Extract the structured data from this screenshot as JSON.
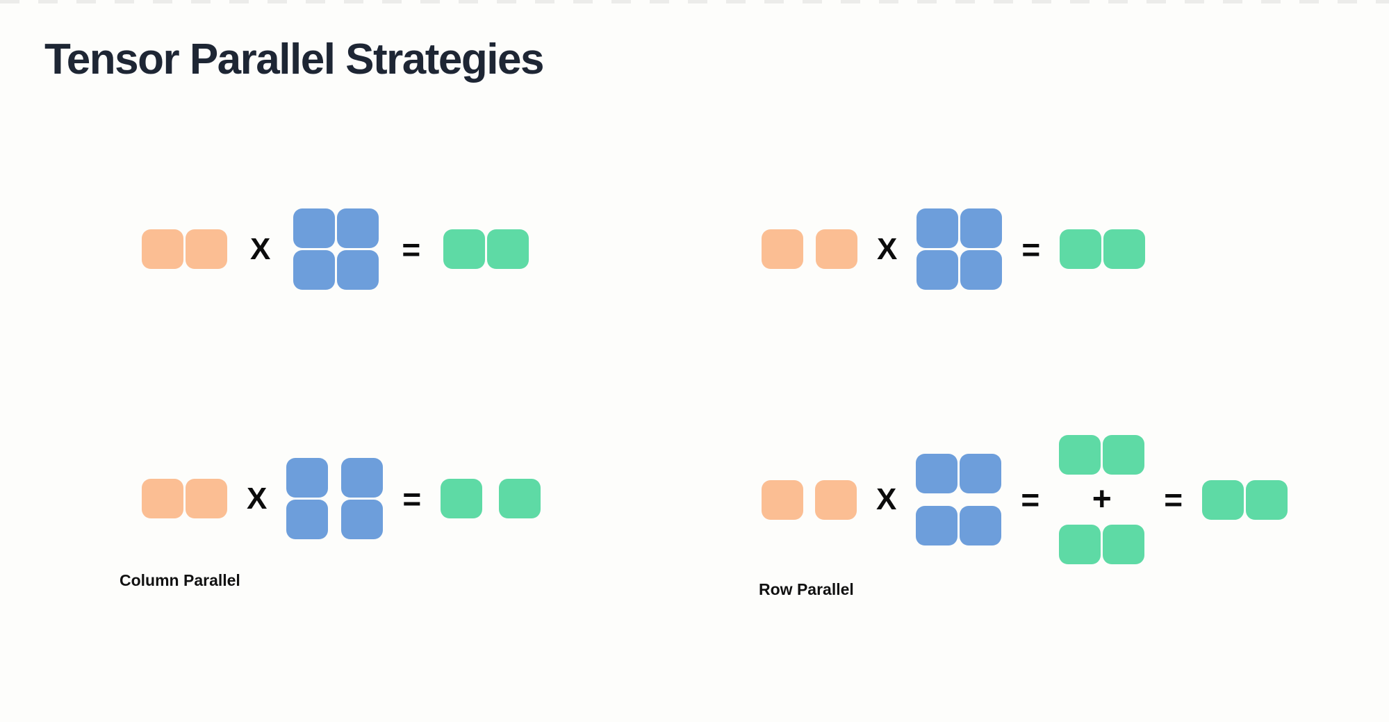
{
  "page": {
    "background": "#FDFDFB",
    "top_dash_color": "#ECECEA"
  },
  "title": {
    "text": "Tensor Parallel Strategies",
    "color": "#1E2634"
  },
  "operators": {
    "multiply": "X",
    "equals": "=",
    "plus": "+"
  },
  "colors": {
    "input_block": "#FBBE93",
    "weight_block": "#6D9EDB",
    "output_block": "#5EDAA5"
  },
  "diagrams": {
    "top_left": {
      "description": "input row (2 orange blocks, adjacent) X weight matrix (2x2 blue, whole) = output row (2 green blocks, adjacent)"
    },
    "top_right": {
      "description": "input row (2 orange blocks, small gap) X weight matrix (2x2 blue, whole) = output row (2 green blocks, adjacent)"
    },
    "column_parallel": {
      "label": "Column Parallel",
      "description": "input row (2 orange blocks, adjacent) X weight matrix (2x2 blue, columns split) = output row (2 green blocks, split apart)"
    },
    "row_parallel": {
      "label": "Row Parallel",
      "description": "input row (2 orange blocks, split) X weight matrix (2x2 blue, rows split) = partial output rows (2 green pairs stacked) + summed = output row (2 green blocks, adjacent)"
    }
  }
}
